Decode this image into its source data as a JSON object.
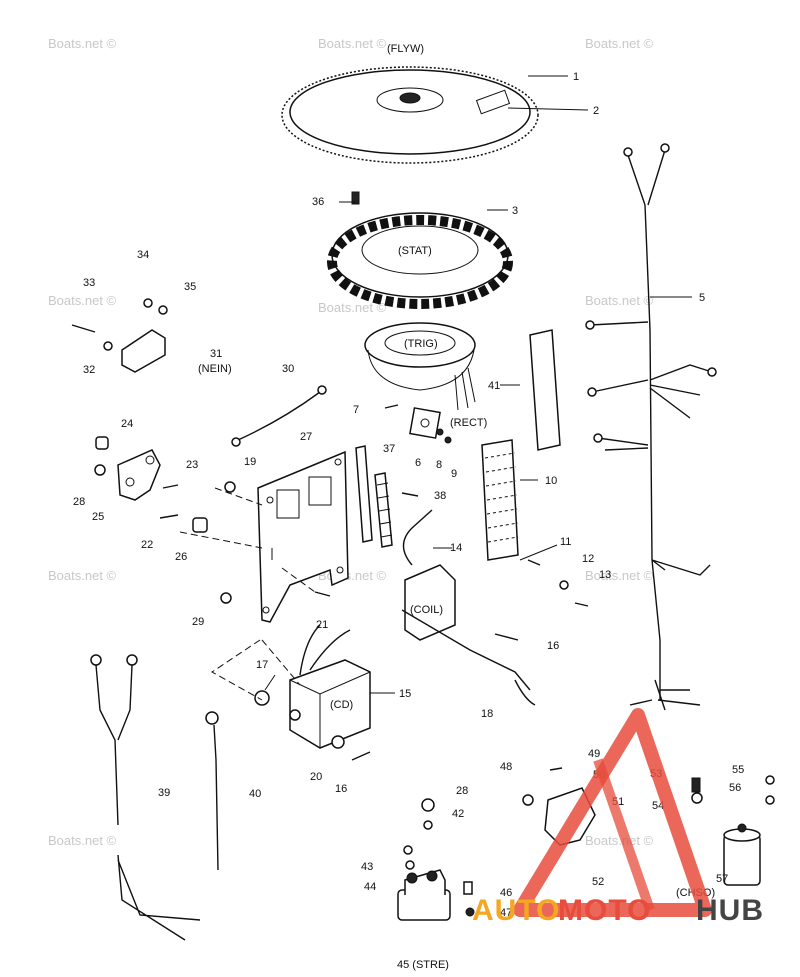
{
  "watermark": "Boats.net ©",
  "part_numbers": [
    "1",
    "2",
    "3",
    "5",
    "6",
    "7",
    "8",
    "9",
    "10",
    "11",
    "12",
    "13",
    "14",
    "15",
    "16",
    "16",
    "17",
    "18",
    "19",
    "20",
    "21",
    "22",
    "23",
    "24",
    "25",
    "26",
    "27",
    "28",
    "28",
    "29",
    "30",
    "31",
    "32",
    "33",
    "34",
    "35",
    "36",
    "37",
    "38",
    "39",
    "40",
    "41",
    "42",
    "43",
    "44",
    "45 (STRE)",
    "46",
    "47",
    "48",
    "49",
    "50",
    "51",
    "52",
    "53",
    "54",
    "55",
    "56",
    "57"
  ],
  "component_tags": {
    "flywheel": "(FLYW)",
    "stator": "(STAT)",
    "trigger": "(TRIG)",
    "rectifier": "(RECT)",
    "coil": "(COIL)",
    "cd_module": "(CD)",
    "neutral_switch": "(NEIN)",
    "choke_solenoid": "(CHSO)"
  },
  "brand": {
    "part1": "AUTO",
    "part2": "MOTO",
    "part3": "HUB",
    "color1": "#f5a623",
    "color2": "#e74c3c",
    "color3": "#444444"
  }
}
